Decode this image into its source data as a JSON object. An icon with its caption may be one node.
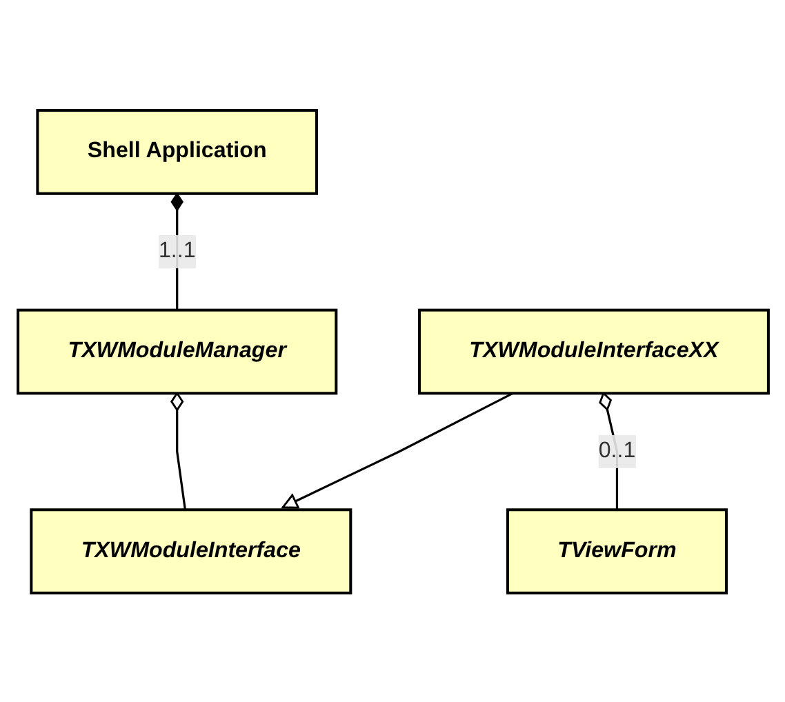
{
  "diagram": {
    "nodes": [
      {
        "text": [
          "Shell Application"
        ]
      },
      {
        "text": [
          "TXWModuleManager"
        ]
      },
      {
        "text": [
          "TXWModuleInterface"
        ]
      },
      {
        "text": [
          "TXWModuleInterfaceXX"
        ]
      },
      {
        "text": [
          "TViewForm"
        ]
      }
    ],
    "edges": [
      {
        "from": 0,
        "to": 1,
        "arrow": "other",
        "label": "1..1"
      },
      {
        "from": 1,
        "to": 2,
        "arrow": "other"
      },
      {
        "from": 3,
        "to": 2,
        "arrow": "to"
      },
      {
        "from": 3,
        "to": 4,
        "arrow": "other",
        "label": "0..1"
      }
    ]
  }
}
